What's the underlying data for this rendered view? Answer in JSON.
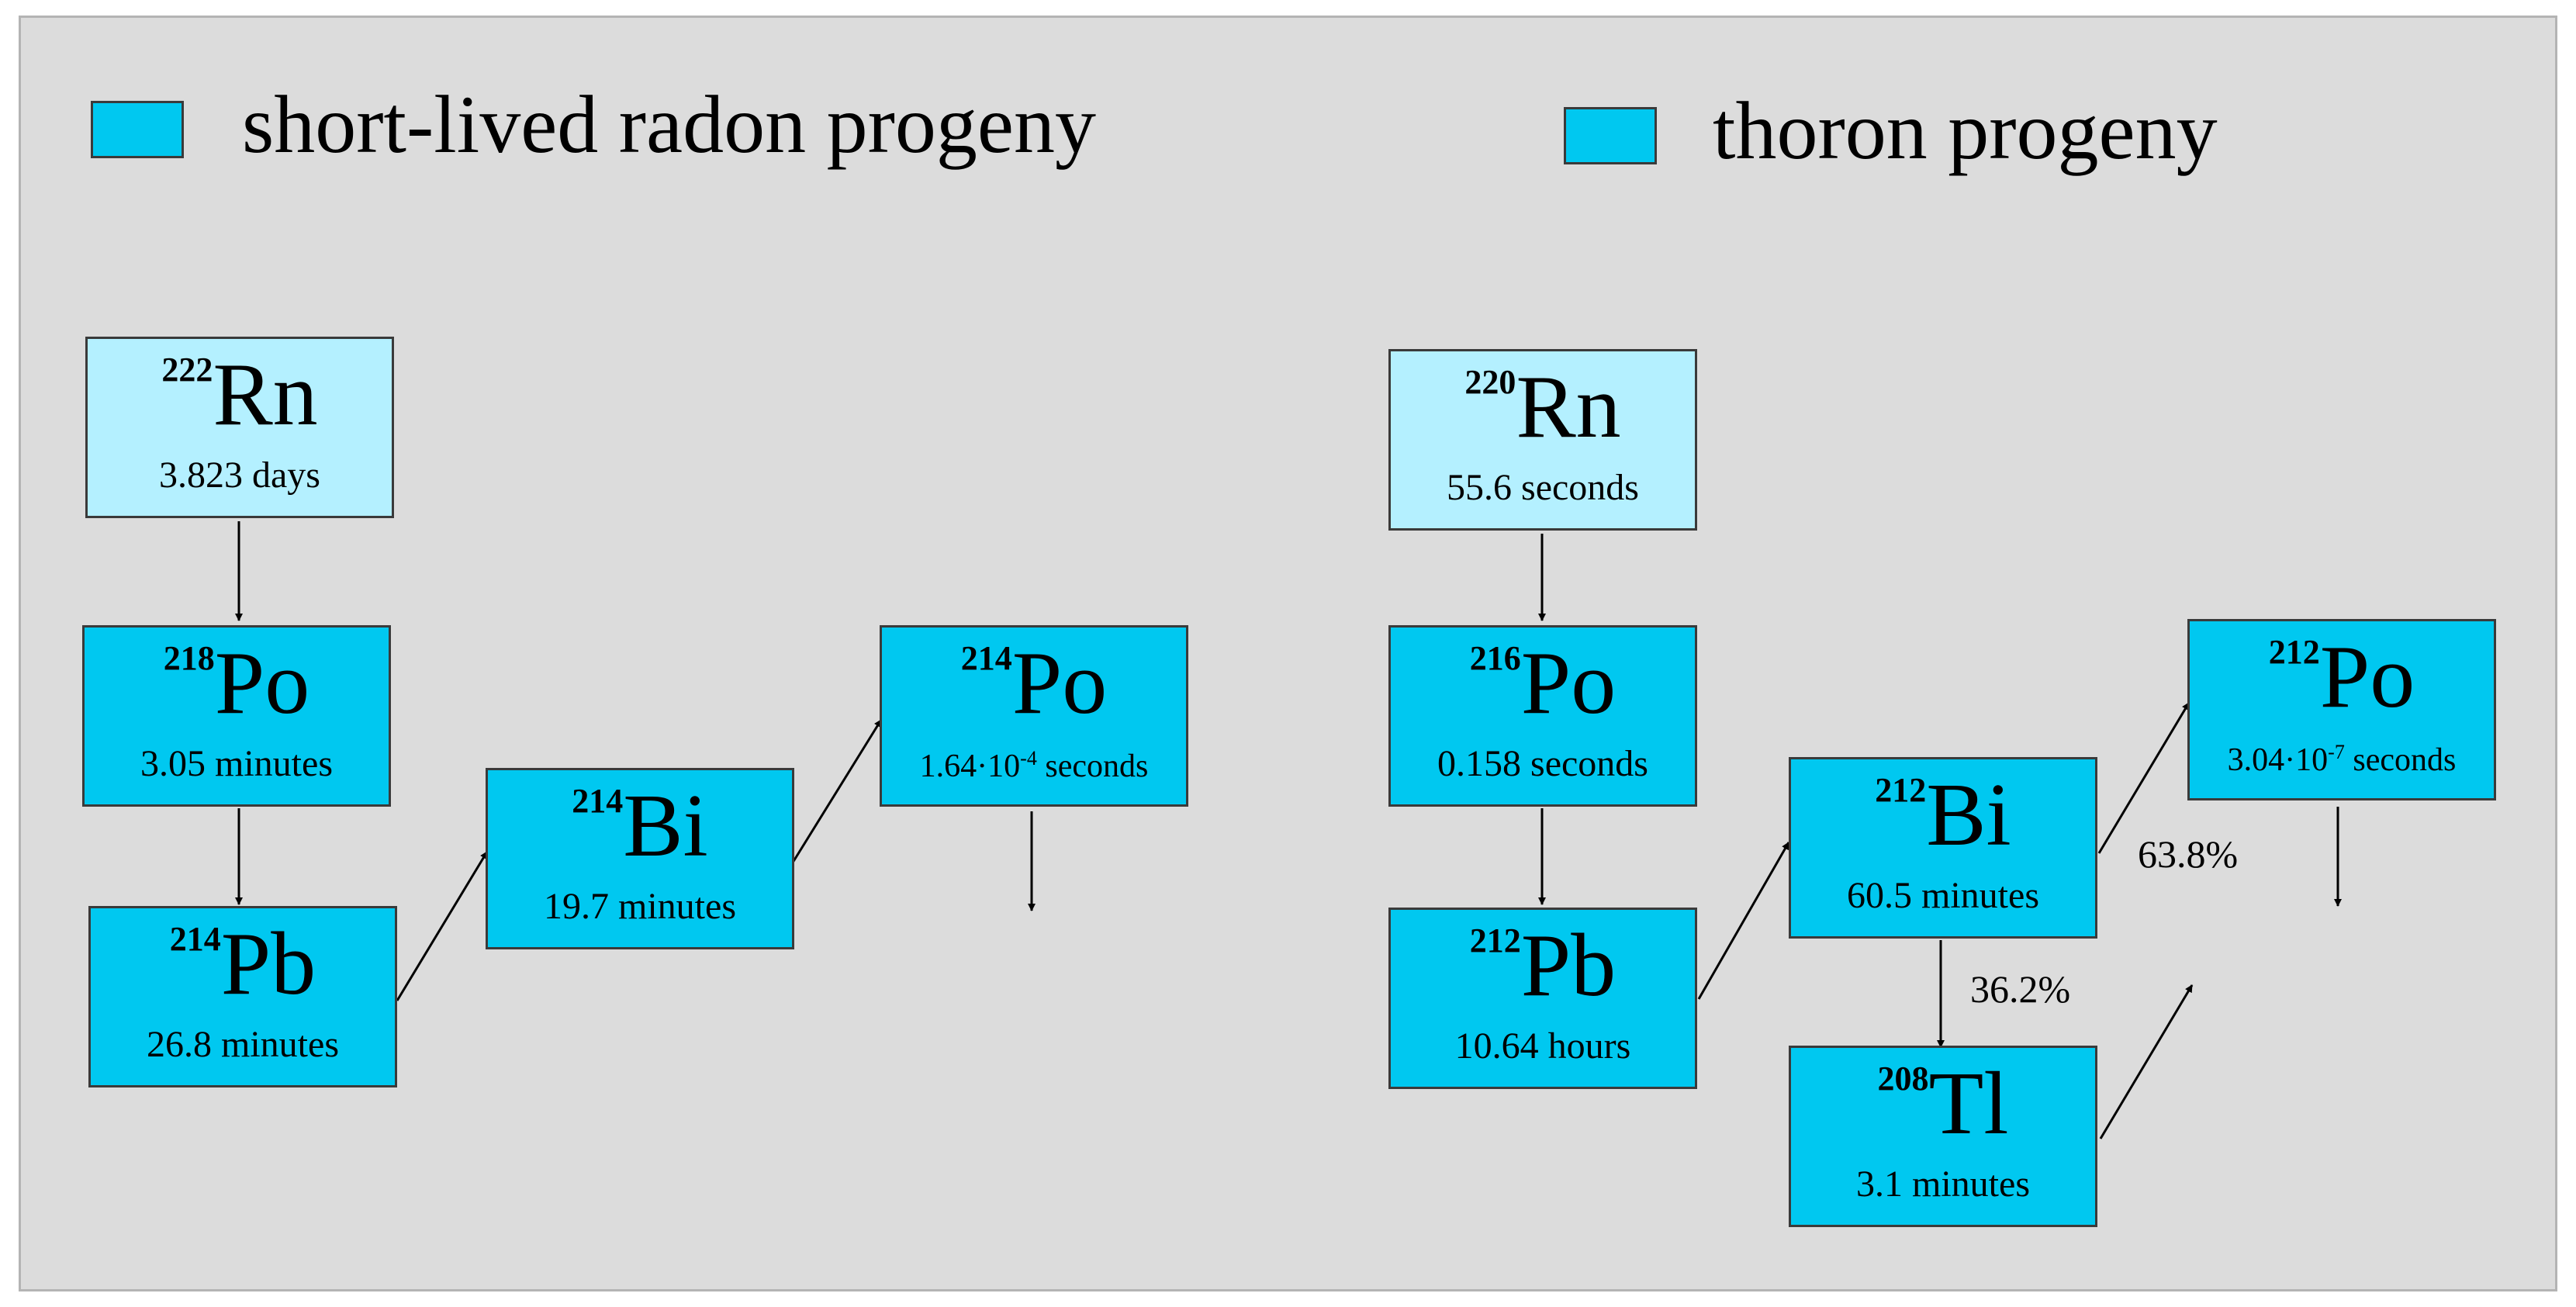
{
  "legend": {
    "radon_label": "short-lived radon progeny",
    "thoron_label": "thoron progeny"
  },
  "colors": {
    "progeny_fill": "#00c8f0",
    "parent_fill": "#b4f0ff",
    "panel": "#dcdcdc"
  },
  "radon_chain": {
    "rn222": {
      "mass": "222",
      "symbol": "Rn",
      "halflife": "3.823 days"
    },
    "po218": {
      "mass": "218",
      "symbol": "Po",
      "halflife": "3.05 minutes"
    },
    "pb214": {
      "mass": "214",
      "symbol": "Pb",
      "halflife": "26.8 minutes"
    },
    "bi214": {
      "mass": "214",
      "symbol": "Bi",
      "halflife": "19.7 minutes"
    },
    "po214": {
      "mass": "214",
      "symbol": "Po",
      "halflife_base": "1.64·10",
      "halflife_exp": "-4",
      "halflife_unit": " seconds"
    }
  },
  "thoron_chain": {
    "rn220": {
      "mass": "220",
      "symbol": "Rn",
      "halflife": "55.6 seconds"
    },
    "po216": {
      "mass": "216",
      "symbol": "Po",
      "halflife": "0.158 seconds"
    },
    "pb212": {
      "mass": "212",
      "symbol": "Pb",
      "halflife": "10.64 hours"
    },
    "bi212": {
      "mass": "212",
      "symbol": "Bi",
      "halflife": "60.5 minutes"
    },
    "tl208": {
      "mass": "208",
      "symbol": "Tl",
      "halflife": "3.1 minutes"
    },
    "po212": {
      "mass": "212",
      "symbol": "Po",
      "halflife_base": "3.04·10",
      "halflife_exp": "-7",
      "halflife_unit": " seconds"
    },
    "branch_po212": "63.8%",
    "branch_tl208": "36.2%"
  }
}
